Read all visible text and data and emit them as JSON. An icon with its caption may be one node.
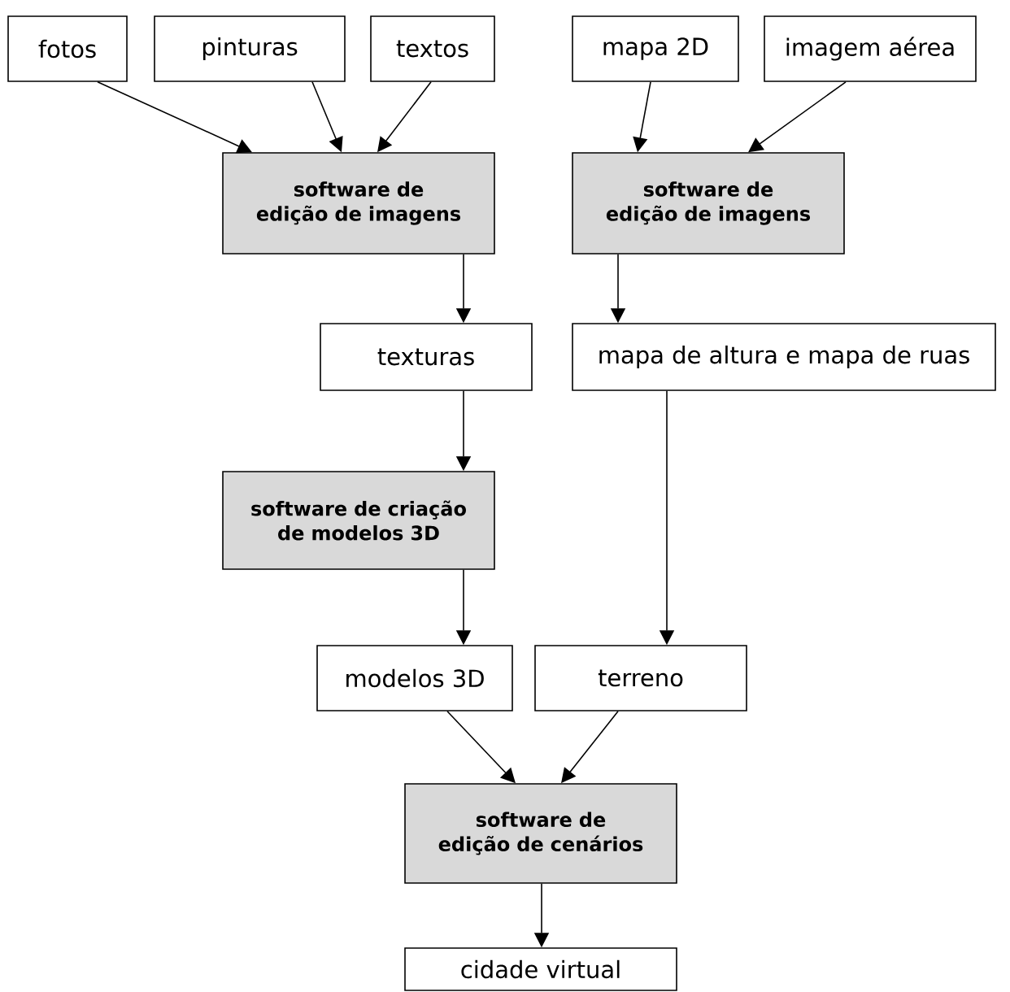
{
  "diagram": {
    "nodes": [
      {
        "text": [
          "fotos"
        ]
      },
      {
        "text": [
          "pinturas"
        ]
      },
      {
        "text": [
          "textos"
        ]
      },
      {
        "text": [
          "mapa 2D"
        ]
      },
      {
        "text": [
          "imagem aérea"
        ]
      },
      {
        "text": [
          "software de edição de imagens"
        ]
      },
      {
        "text": [
          "software de edição de imagens"
        ]
      },
      {
        "text": [
          "texturas"
        ]
      },
      {
        "text": [
          "mapa de altura e mapa de ruas"
        ]
      },
      {
        "text": [
          "software de criação de modelos 3D"
        ]
      },
      {
        "text": [
          "modelos 3D"
        ]
      },
      {
        "text": [
          "terreno"
        ]
      },
      {
        "text": [
          "software de edição de cenários"
        ]
      },
      {
        "text": [
          "cidade virtual"
        ]
      }
    ],
    "edges": [
      {
        "from": 0,
        "to": 5,
        "arrow": "to"
      },
      {
        "from": 1,
        "to": 5,
        "arrow": "to"
      },
      {
        "from": 2,
        "to": 5,
        "arrow": "to"
      },
      {
        "from": 3,
        "to": 6,
        "arrow": "to"
      },
      {
        "from": 4,
        "to": 6,
        "arrow": "to"
      },
      {
        "from": 5,
        "to": 7,
        "arrow": "to"
      },
      {
        "from": 6,
        "to": 8,
        "arrow": "to"
      },
      {
        "from": 7,
        "to": 9,
        "arrow": "to"
      },
      {
        "from": 8,
        "to": 11,
        "arrow": "to"
      },
      {
        "from": 9,
        "to": 10,
        "arrow": "to"
      },
      {
        "from": 10,
        "to": 12,
        "arrow": "to"
      },
      {
        "from": 11,
        "to": 12,
        "arrow": "to"
      },
      {
        "from": 12,
        "to": 13,
        "arrow": "to"
      }
    ]
  }
}
